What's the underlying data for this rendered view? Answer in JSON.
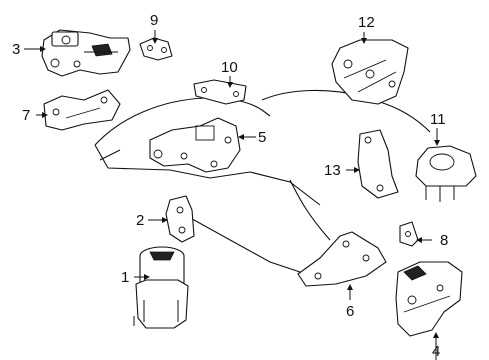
{
  "callouts": [
    {
      "id": "c1",
      "text": "1"
    },
    {
      "id": "c2",
      "text": "2"
    },
    {
      "id": "c3",
      "text": "3"
    },
    {
      "id": "c4",
      "text": "4"
    },
    {
      "id": "c5",
      "text": "5"
    },
    {
      "id": "c6",
      "text": "6"
    },
    {
      "id": "c7",
      "text": "7"
    },
    {
      "id": "c8",
      "text": "8"
    },
    {
      "id": "c9",
      "text": "9"
    },
    {
      "id": "c10",
      "text": "10"
    },
    {
      "id": "c11",
      "text": "11"
    },
    {
      "id": "c12",
      "text": "12"
    },
    {
      "id": "c13",
      "text": "13"
    }
  ]
}
